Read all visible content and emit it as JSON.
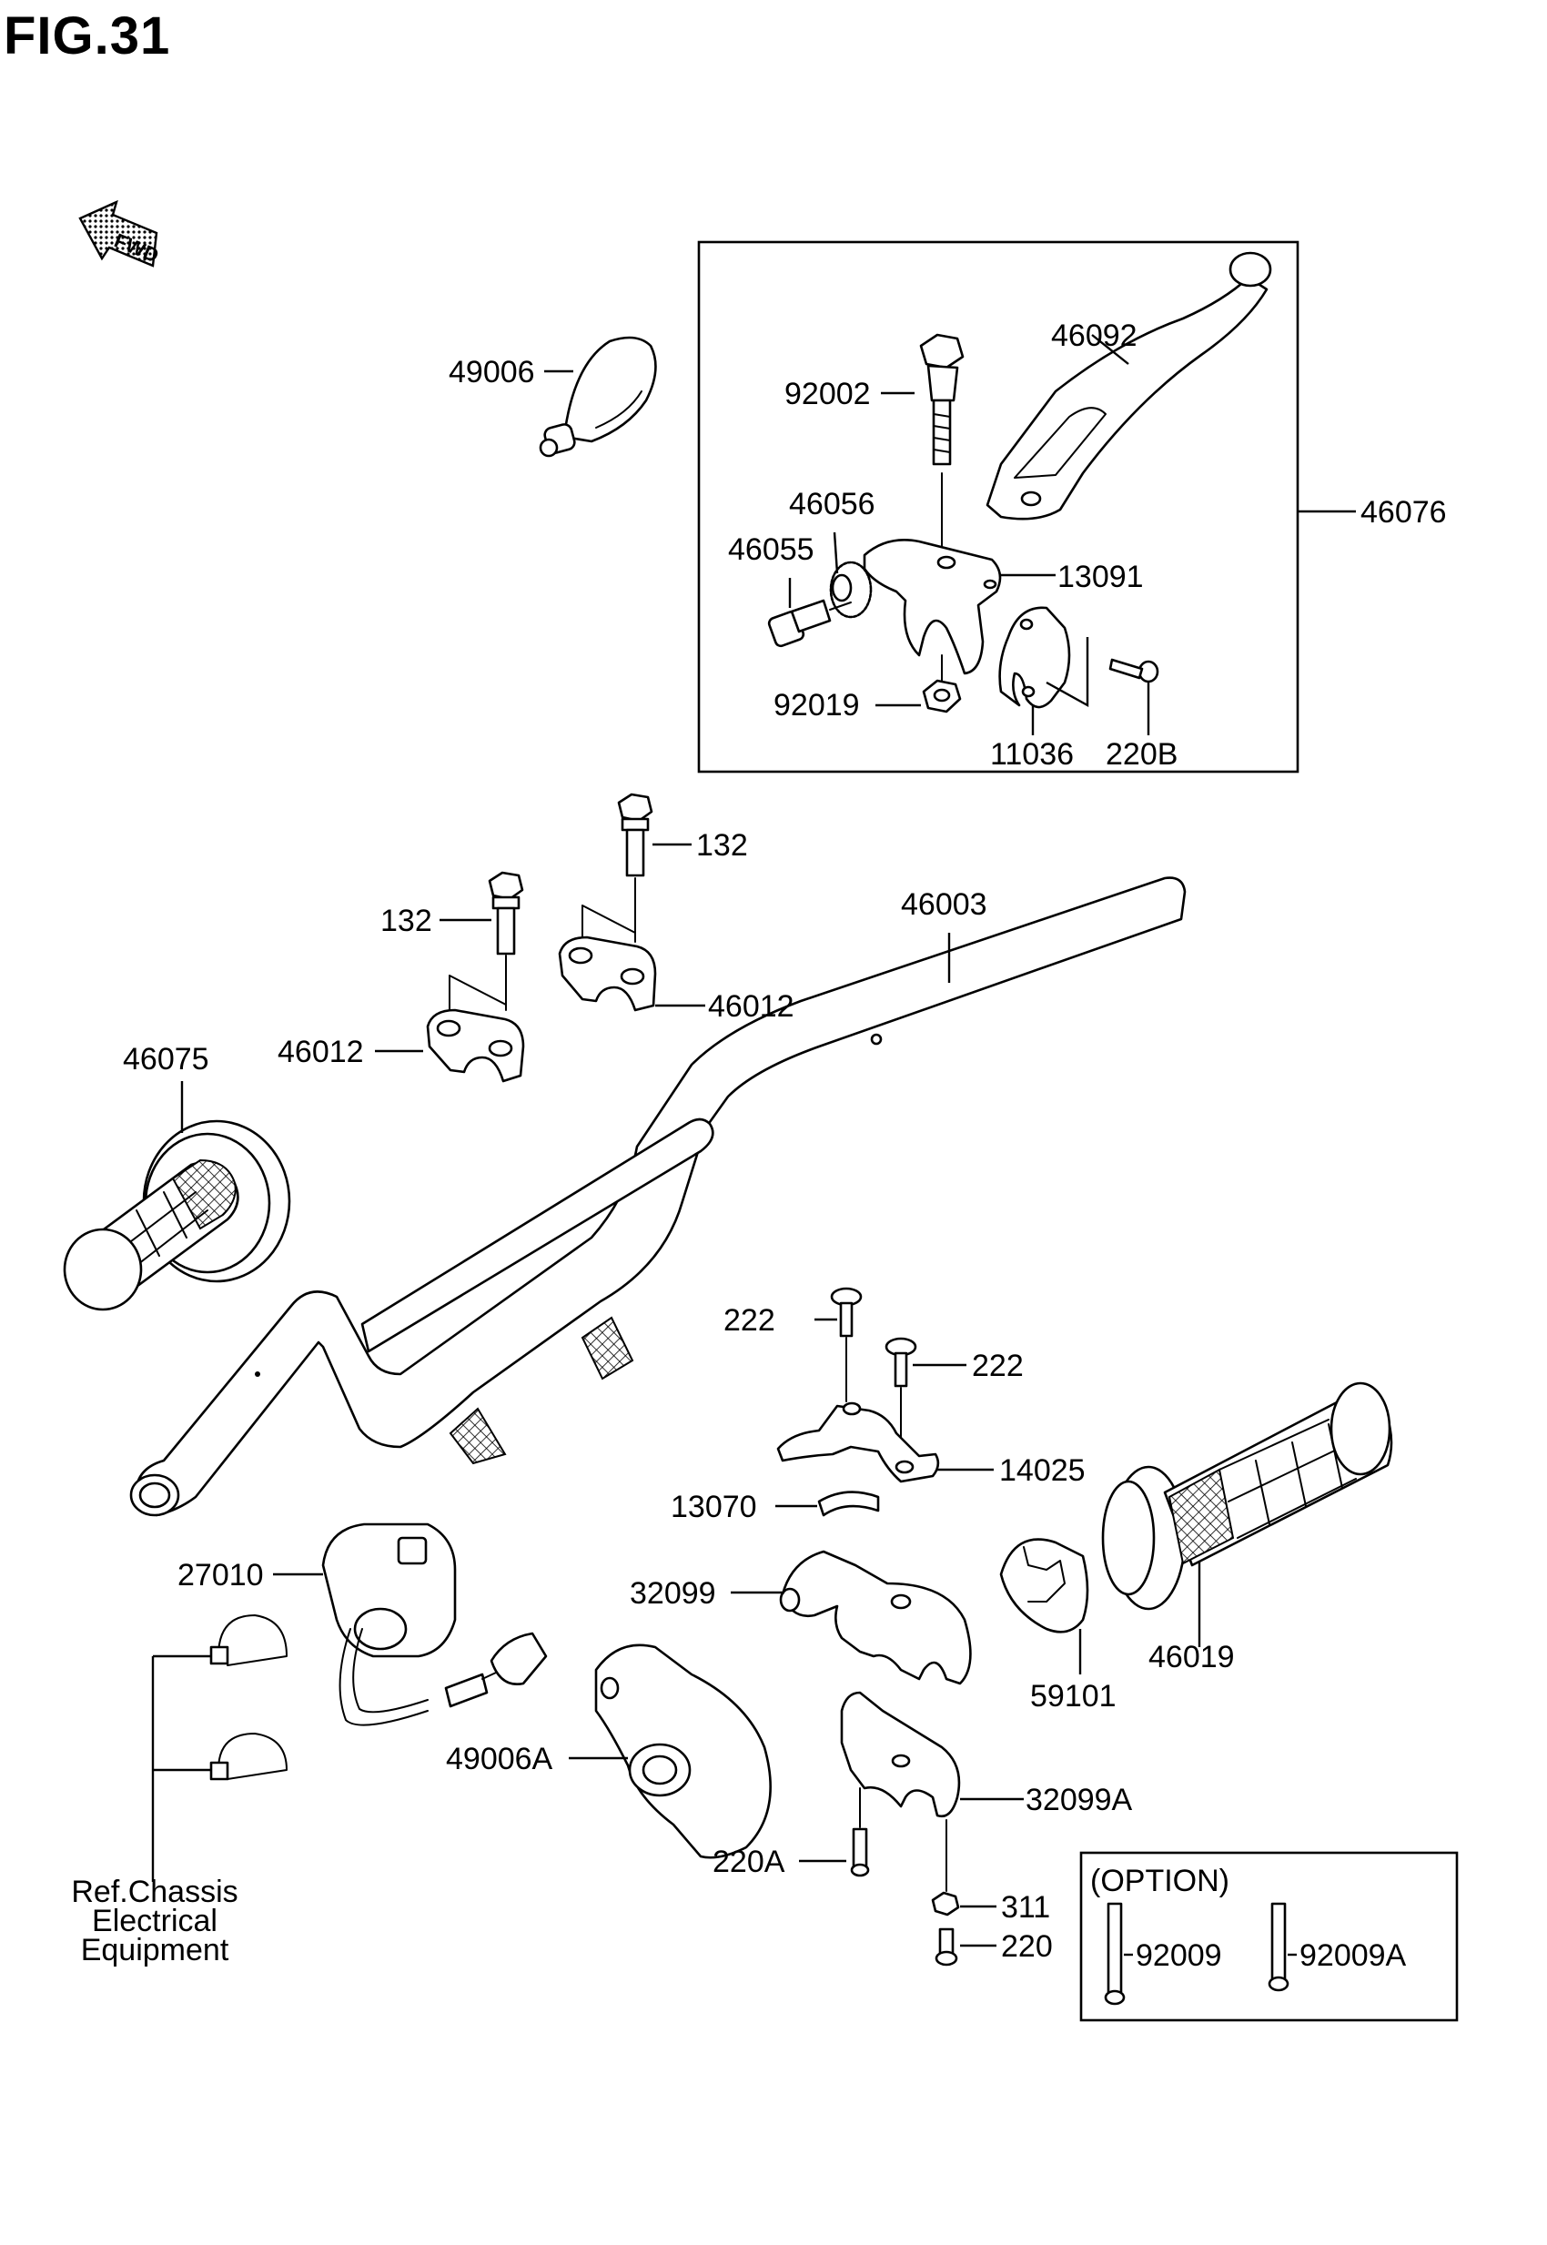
{
  "figure": {
    "title": "FIG.31"
  },
  "direction_marker": {
    "text": "FWD",
    "icon": "forward-arrow-icon"
  },
  "parts": [
    {
      "id": "p49006",
      "label": "49006"
    },
    {
      "id": "p46092",
      "label": "46092"
    },
    {
      "id": "p92002",
      "label": "92002"
    },
    {
      "id": "p46056",
      "label": "46056"
    },
    {
      "id": "p46055",
      "label": "46055"
    },
    {
      "id": "p13091",
      "label": "13091"
    },
    {
      "id": "p46076",
      "label": "46076"
    },
    {
      "id": "p92019",
      "label": "92019"
    },
    {
      "id": "p11036",
      "label": "11036"
    },
    {
      "id": "p220B",
      "label": "220B"
    },
    {
      "id": "p132a",
      "label": "132"
    },
    {
      "id": "p132b",
      "label": "132"
    },
    {
      "id": "p46003",
      "label": "46003"
    },
    {
      "id": "p46012a",
      "label": "46012"
    },
    {
      "id": "p46012b",
      "label": "46012"
    },
    {
      "id": "p46075",
      "label": "46075"
    },
    {
      "id": "p222a",
      "label": "222"
    },
    {
      "id": "p222b",
      "label": "222"
    },
    {
      "id": "p14025",
      "label": "14025"
    },
    {
      "id": "p13070",
      "label": "13070"
    },
    {
      "id": "p27010",
      "label": "27010"
    },
    {
      "id": "p32099",
      "label": "32099"
    },
    {
      "id": "p59101",
      "label": "59101"
    },
    {
      "id": "p46019",
      "label": "46019"
    },
    {
      "id": "p49006A",
      "label": "49006A"
    },
    {
      "id": "p32099A",
      "label": "32099A"
    },
    {
      "id": "p220A",
      "label": "220A"
    },
    {
      "id": "p311",
      "label": "311"
    },
    {
      "id": "p220",
      "label": "220"
    },
    {
      "id": "p92009",
      "label": "92009"
    },
    {
      "id": "p92009A",
      "label": "92009A"
    }
  ],
  "option_box": {
    "title": "(OPTION)"
  },
  "reference_note": {
    "lines": [
      "Ref.Chassis",
      "Electrical",
      "Equipment"
    ]
  }
}
